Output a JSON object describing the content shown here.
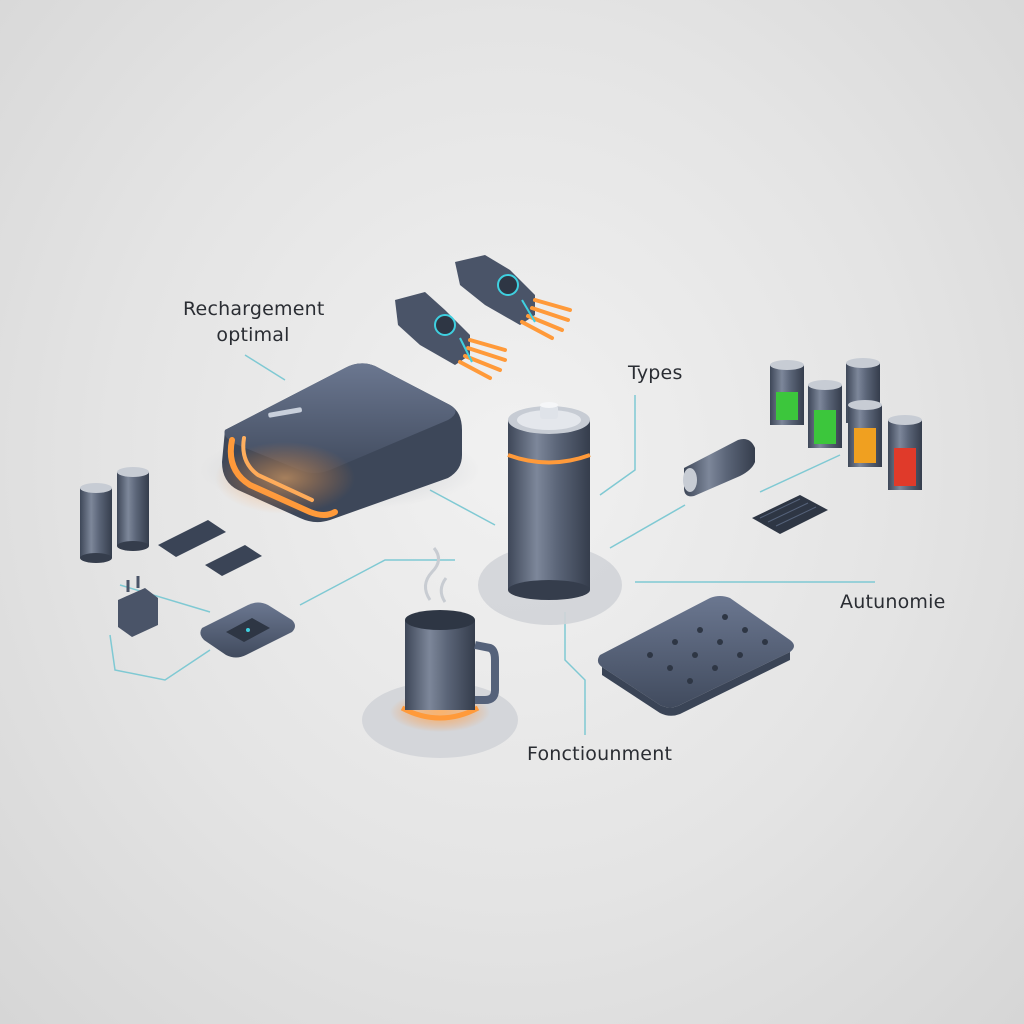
{
  "labels": {
    "recharge_line1": "Rechargement",
    "recharge_line2": "optimal",
    "types": "Types",
    "autonomie": "Autunomie",
    "fonctionnement": "Fonctiounment"
  },
  "colors": {
    "background": "#e4e4e4",
    "device_body": "#55627a",
    "device_dark": "#3a4456",
    "connector_line": "#7fc9d3",
    "heat_glow": "#ff8a2a",
    "accent_cyan": "#3fd0e0",
    "level_high": "#3cc63c",
    "level_medium": "#f0a020",
    "level_low": "#e03a2a"
  },
  "battery_levels": [
    {
      "item": "battery-cell-1",
      "level": "high"
    },
    {
      "item": "battery-cell-2",
      "level": "high"
    },
    {
      "item": "battery-cell-3",
      "level": "none"
    },
    {
      "item": "battery-cell-4",
      "level": "medium"
    },
    {
      "item": "battery-cell-5",
      "level": "low"
    }
  ]
}
